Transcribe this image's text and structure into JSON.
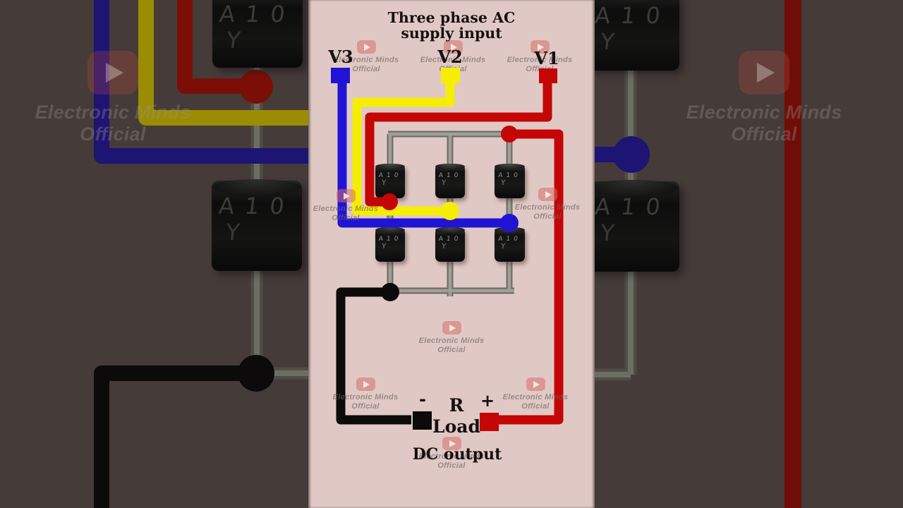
{
  "title": {
    "line1": "Three phase AC",
    "line2": "supply input"
  },
  "terminals": {
    "v3": "V3",
    "v2": "V2",
    "v1": "V1"
  },
  "output": {
    "minus": "-",
    "plus": "+",
    "load_line1": "R",
    "load_line2": "Load",
    "caption": "DC output"
  },
  "diode": {
    "marking_line1": "A10",
    "marking_line2": "Y"
  },
  "watermark": {
    "line1": "Electronic Minds",
    "line2": "Official",
    "icon": "youtube-play"
  },
  "colors": {
    "panel_bg": "#e0c9c5",
    "side_bg": "#453b39",
    "phase_red": "#c40606",
    "phase_yellow": "#f5ee02",
    "phase_blue": "#2013d6",
    "dc_negative_black": "#0c0a0a",
    "lead_gray": "#9c9c92",
    "watermark_pink": "#d47068",
    "diode_body": "#101010"
  }
}
